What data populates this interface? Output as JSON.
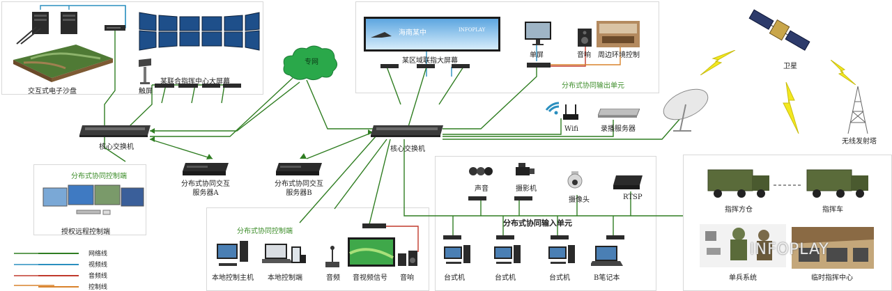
{
  "colors": {
    "network": "#2f7d21",
    "video": "#2a8fbf",
    "audio": "#c0392b",
    "control": "#d9822b",
    "cloud": "#2aa84a",
    "lightning": "#f3e820"
  },
  "labels": {
    "sandbox": "交互式电子沙盘",
    "touch": "触屏",
    "command_wall": "某联合指挥中心大屏幕",
    "private_net": "专网",
    "regional_wall": "某区域联指大屏幕",
    "single_screen": "单屏",
    "speaker_top": "音响",
    "env_control": "周边环境控制",
    "output_unit": "分布式协同输出单元",
    "satellite": "卫星",
    "core_switch_left": "核心交换机",
    "core_switch_right": "核心交换机",
    "wifi": "Wifi",
    "recorder": "录播服务器",
    "tower": "无线发射塔",
    "control_end_left": "分布式协同控制端",
    "remote_control": "授权远程控制端",
    "server_a": "分布式协同交互\n服务器A",
    "server_b": "分布式协同交互\n服务器B",
    "control_end_bottom": "分布式协同控制端",
    "local_host": "本地控制主机",
    "local_end": "本地控制端",
    "audio_freq": "音频",
    "av_signal": "音视频信号",
    "speaker_bottom": "音响",
    "sound": "声音",
    "camcorder": "摄影机",
    "camera": "摄像头",
    "rtsp": "RTSP",
    "input_unit": "分布式协同输入单元",
    "desktop1": "台式机",
    "desktop2": "台式机",
    "desktop3": "台式机",
    "laptop": "B笔记本",
    "command_cabin": "指挥方仓",
    "command_car": "指挥车",
    "soldier_system": "单兵系统",
    "temp_center": "临时指挥中心",
    "watermark": "INFOPLAY",
    "banner_text": "海南某中",
    "banner_brand": "INFOPLAY"
  },
  "legend": [
    {
      "label": "网络线",
      "color": "#2f7d21"
    },
    {
      "label": "视频线",
      "color": "#2a8fbf"
    },
    {
      "label": "音频线",
      "color": "#c0392b"
    },
    {
      "label": "控制线",
      "color": "#d9822b"
    }
  ],
  "icons": [
    "switch-icon",
    "server-icon",
    "monitor-icon",
    "laptop-icon",
    "camera-icon",
    "speaker-icon",
    "wifi-router-icon",
    "satellite-icon",
    "dish-icon",
    "tower-icon",
    "truck-icon",
    "lightning-icon",
    "cloud-icon"
  ]
}
